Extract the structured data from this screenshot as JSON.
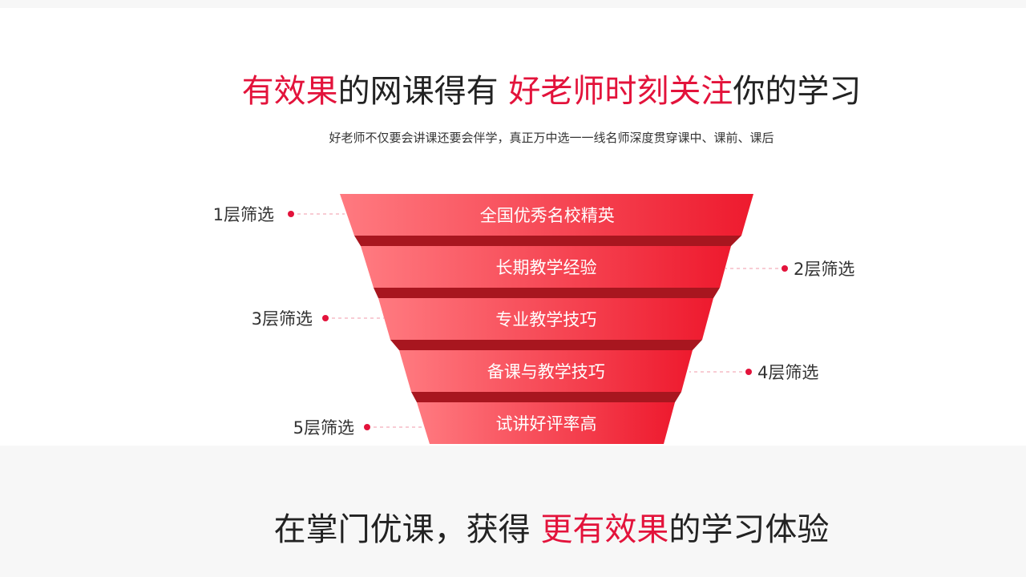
{
  "headline": {
    "part1": "有效果",
    "part2": "的网课得有 ",
    "part3": "好老师时刻关注",
    "part4": "你的学习"
  },
  "subtitle": "好老师不仅要会讲课还要会伴学，真正万中选一一线名师深度贯穿课中、课前、课后",
  "funnel": {
    "tiers": [
      {
        "text": "全国优秀名校精英",
        "layer": "1层筛选",
        "side": "left"
      },
      {
        "text": "长期教学经验",
        "layer": "2层筛选",
        "side": "right"
      },
      {
        "text": "专业教学技巧",
        "layer": "3层筛选",
        "side": "left"
      },
      {
        "text": "备课与教学技巧",
        "layer": "4层筛选",
        "side": "right"
      },
      {
        "text": "试讲好评率高",
        "layer": "5层筛选",
        "side": "left"
      }
    ]
  },
  "bottom_title": {
    "part1": "在掌门优课，获得 ",
    "part2": "更有效果",
    "part3": "的学习体验"
  },
  "colors": {
    "accent": "#e3133b",
    "gradient_start": "#ff7a80",
    "gradient_end": "#ee1a2e",
    "shadow": "#a8161f",
    "text_dark": "#222222"
  }
}
